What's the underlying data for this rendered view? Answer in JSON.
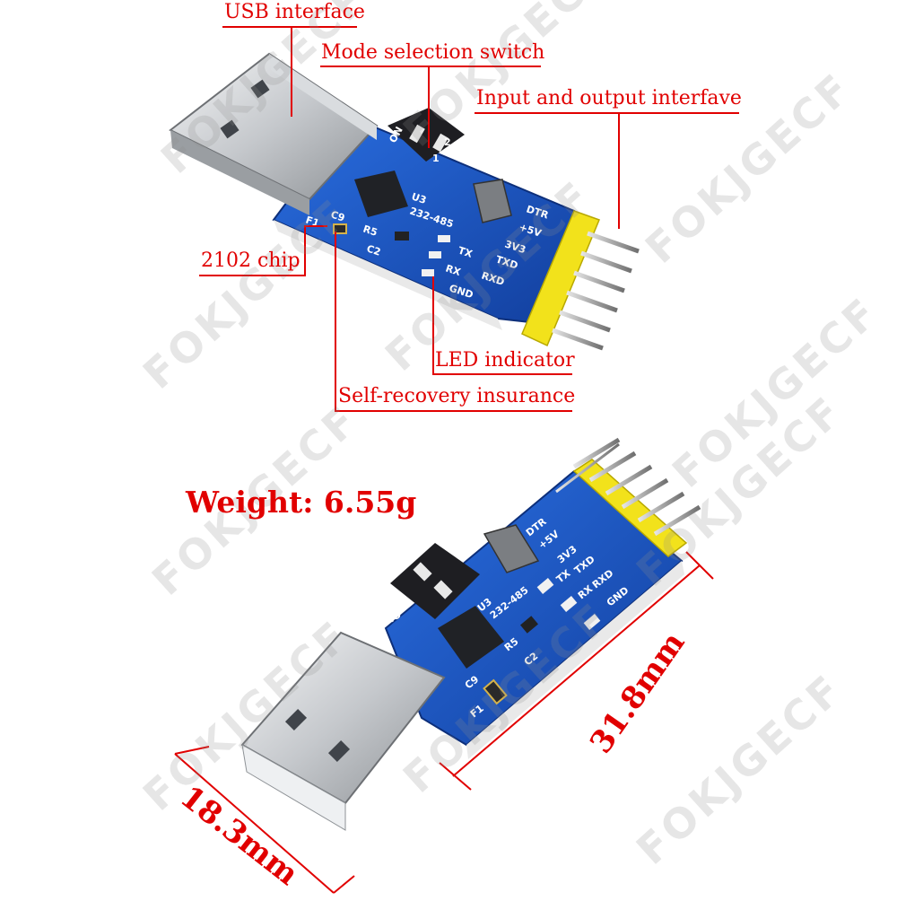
{
  "watermark": "FOKJGECF",
  "labels": {
    "usb_interface": "USB interface",
    "mode_switch": "Mode selection switch",
    "io_interface": "Input and output interfave",
    "chip": "2102 chip",
    "led": "LED indicator",
    "fuse": "Self-recovery insurance",
    "weight": "Weight: 6.55g"
  },
  "dimensions": {
    "length": "31.8mm",
    "width": "18.3mm"
  },
  "silkscreen": {
    "mode": "232-485",
    "u3": "U3",
    "dtr": "DTR",
    "v5": "+5V",
    "v3": "3V3",
    "txd": "TXD",
    "rxd": "RXD",
    "gnd": "GND",
    "tx": "TX",
    "rx": "RX",
    "r5": "R5",
    "c2": "C2",
    "c9": "C9",
    "f1": "F1",
    "on": "ON",
    "n1": "1",
    "n2": "2"
  },
  "colors": {
    "label": "#e10000",
    "pcb": "#1b57c9",
    "header": "#f2e21b",
    "usb_metal": "#c9ccd0"
  }
}
